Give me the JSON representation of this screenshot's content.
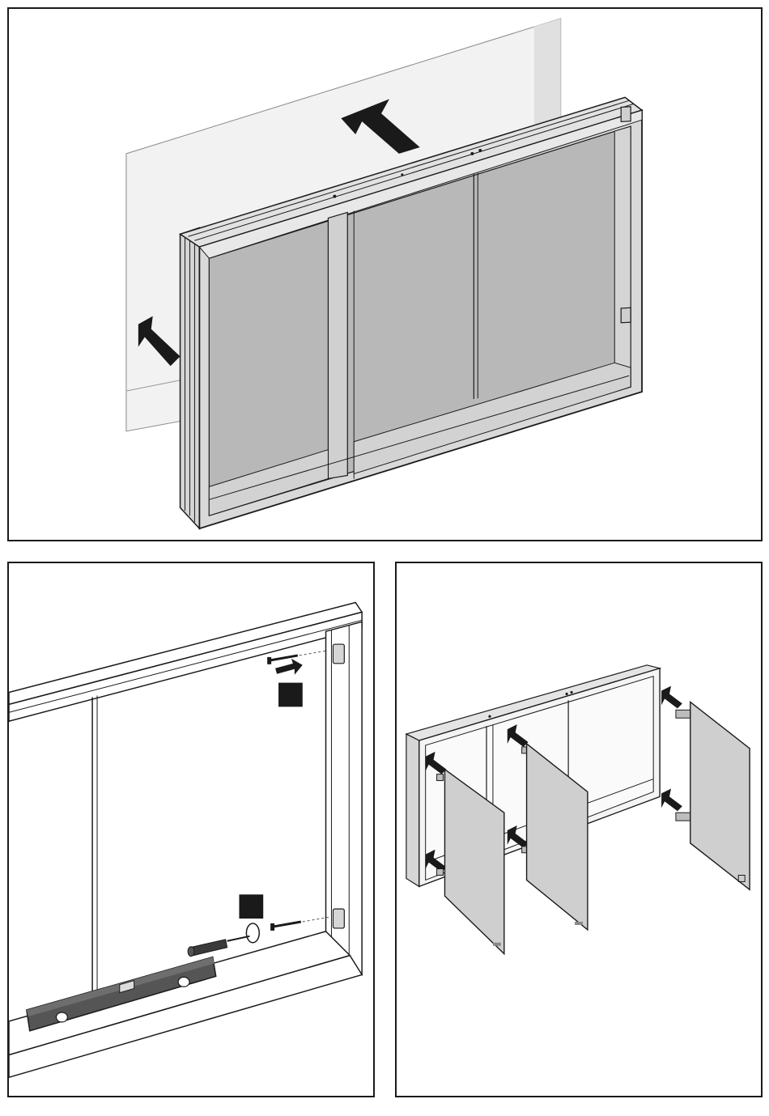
{
  "panels": [
    {
      "id": "step-mount-cabinet",
      "text": []
    },
    {
      "id": "step-screw-level",
      "text": []
    },
    {
      "id": "step-insert-back-panels",
      "text": []
    }
  ],
  "colors": {
    "outline": "#1a1a1a",
    "wall": "#f0f0f0",
    "cavity": "#b8b8b8",
    "frame": "#d9d9d9",
    "panel_fill": "#cfcfcf",
    "level": "#555555",
    "marker": "#1a1a1a"
  },
  "icons": [
    "arrow-icon",
    "screw-icon",
    "screwdriver-icon",
    "spirit-level-icon",
    "rotation-icon",
    "step-marker-icon"
  ]
}
